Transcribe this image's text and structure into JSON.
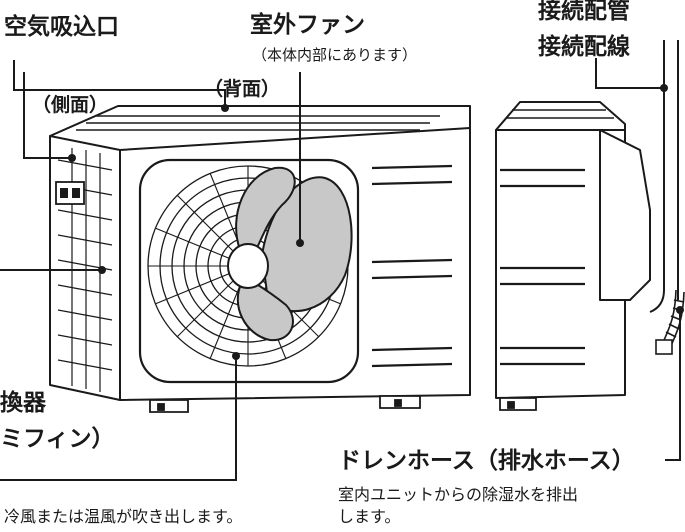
{
  "labels": {
    "air_intake": "空気吸込口",
    "outdoor_fan": "室外ファン",
    "outdoor_fan_note": "（本体内部にあります）",
    "connecting_pipe": "接続配管",
    "connecting_wire": "接続配線",
    "side": "（側面）",
    "back": "（背面）",
    "heat_exchanger_partial": "換器",
    "heat_exchanger_fin_partial": "ミフィン）",
    "drain_hose": "ドレンホース（排水ホース）",
    "drain_desc_line1": "室内ユニットからの除湿水を排出",
    "drain_desc_line2": "します。",
    "air_outlet_desc": "冷風または温風が吹き出します。"
  },
  "colors": {
    "line": "#1a1a1a",
    "fan_blade": "#c8c8c8",
    "unit_fill": "#ffffff"
  }
}
